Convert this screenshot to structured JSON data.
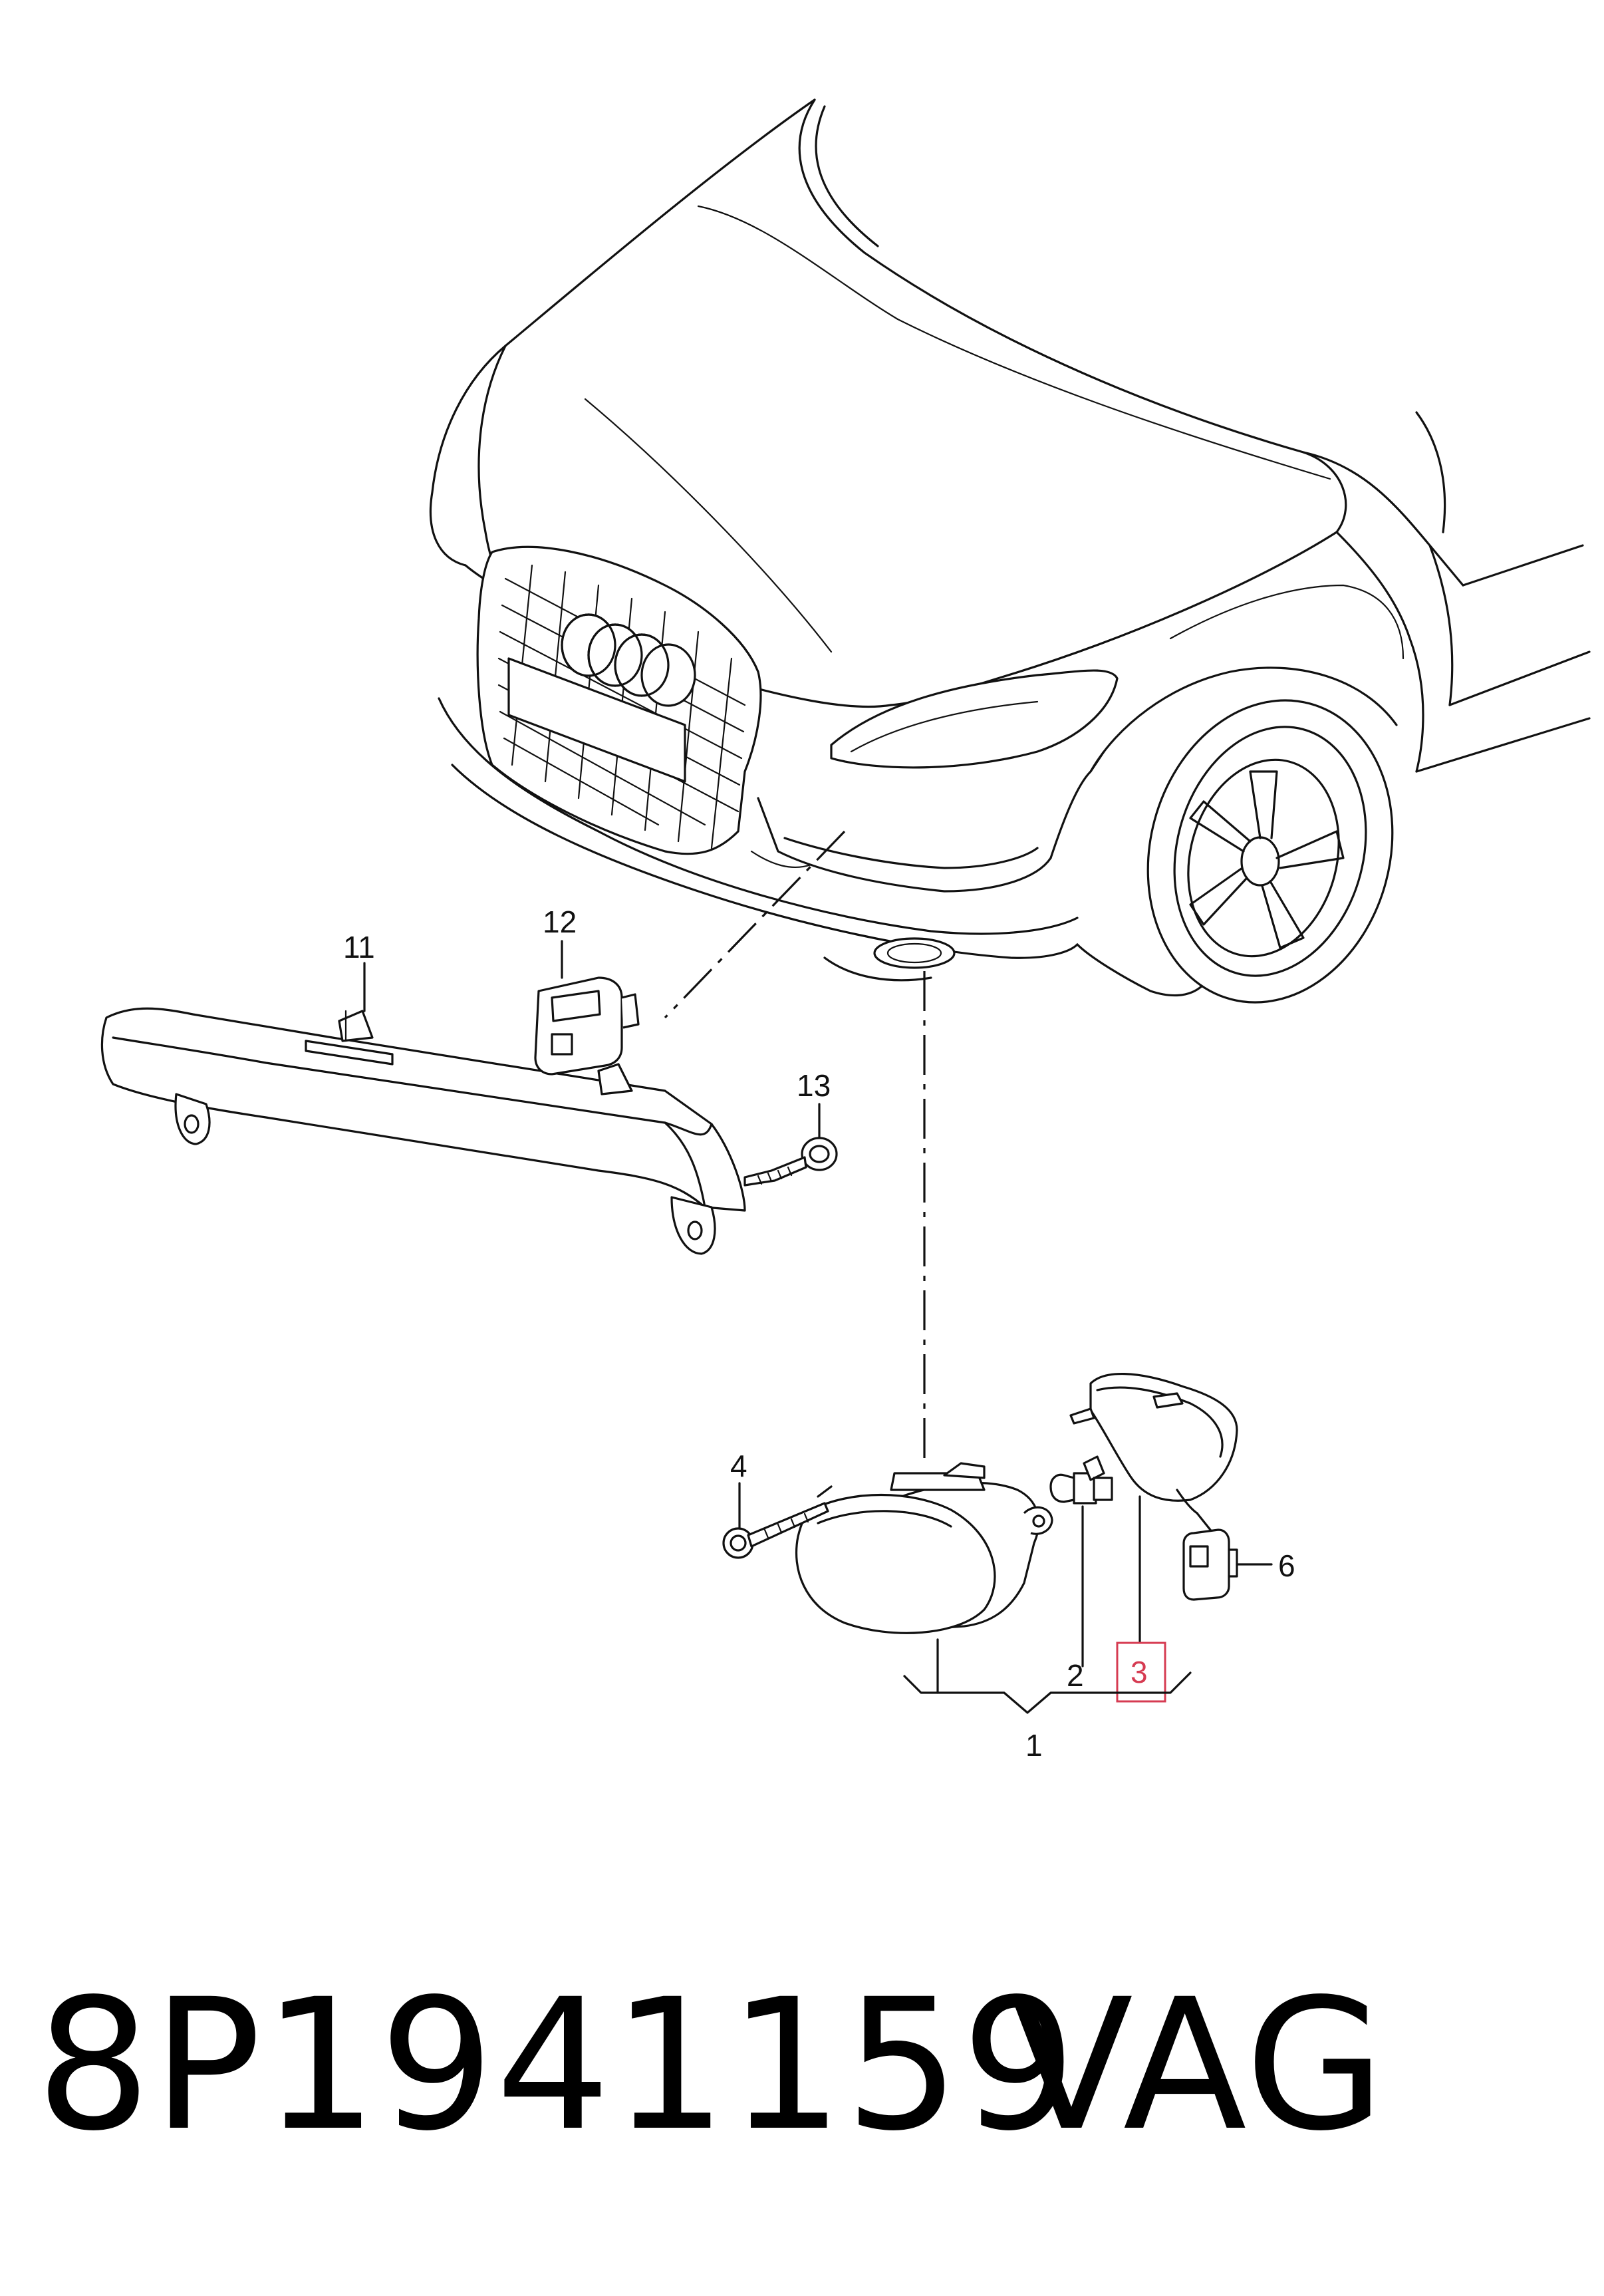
{
  "diagram": {
    "callouts": {
      "c1": "1",
      "c2": "2",
      "c3": "3",
      "c4": "4",
      "c6": "6",
      "c11": "11",
      "c12": "12",
      "c13": "13"
    },
    "highlighted_callout": "3",
    "highlight_color": "#d63b52"
  },
  "caption": {
    "part_number": "8P1941159",
    "brand": "VAG"
  }
}
